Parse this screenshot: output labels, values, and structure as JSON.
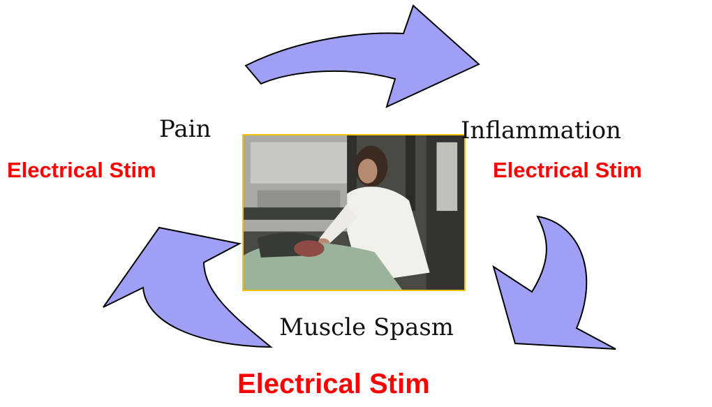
{
  "cycle": {
    "nodes": {
      "pain": "Pain",
      "inflammation": "Inflammation",
      "muscle_spasm": "Muscle Spasm"
    },
    "treatments": {
      "left": "Electrical Stim",
      "right": "Electrical Stim",
      "bottom": "Electrical Stim"
    }
  },
  "colors": {
    "arrow_fill": "#9f9ff5",
    "treatment_text": "#ff0000",
    "photo_border": "#f2c500"
  },
  "photo": {
    "icon": "clinician-treating-patient-photo"
  }
}
